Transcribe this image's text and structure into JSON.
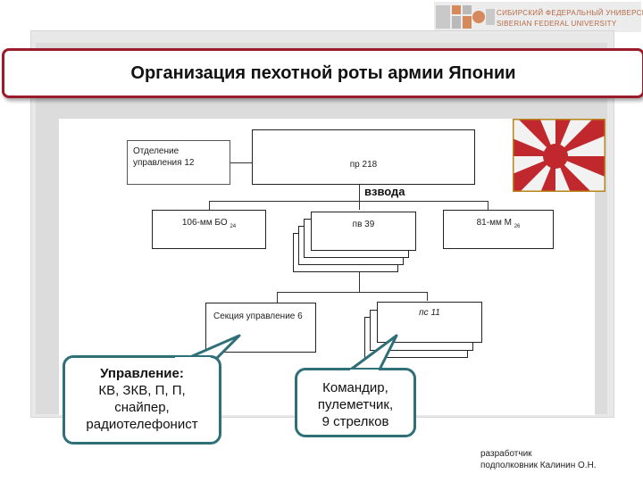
{
  "logo": {
    "line1": "СИБИРСКИЙ ФЕДЕРАЛЬНЫЙ УНИВЕРСИТЕТ",
    "line2": "SIBERIAN FEDERAL UNIVERSITY"
  },
  "title": "Организация пехотной роты армии Японии",
  "diagram": {
    "hq_section": "Отделение управления 12",
    "company": "пр 218",
    "platoons_label": "взвода",
    "mortar_106": "106-мм БО",
    "mortar_106_sub": "24",
    "platoon": "пв 39",
    "mortar_81": "81-мм М",
    "mortar_81_sub": "26",
    "control_section": "Секция управление 6",
    "squad": "пс 11"
  },
  "callouts": {
    "control_title": "Управление:",
    "control_line1": "КВ, ЗКВ, П, П,",
    "control_line2": "снайпер,",
    "control_line3": "радиотелефонист",
    "squad_line1": "Командир,",
    "squad_line2": "пулеметчик,",
    "squad_line3": "9 стрелков"
  },
  "footer": {
    "line1": "разработчик",
    "line2": "подполковник Калинин О.Н."
  },
  "colors": {
    "title_border": "#9a1c2a",
    "callout_border": "#2f6f78",
    "flag_red": "#c0282e"
  }
}
